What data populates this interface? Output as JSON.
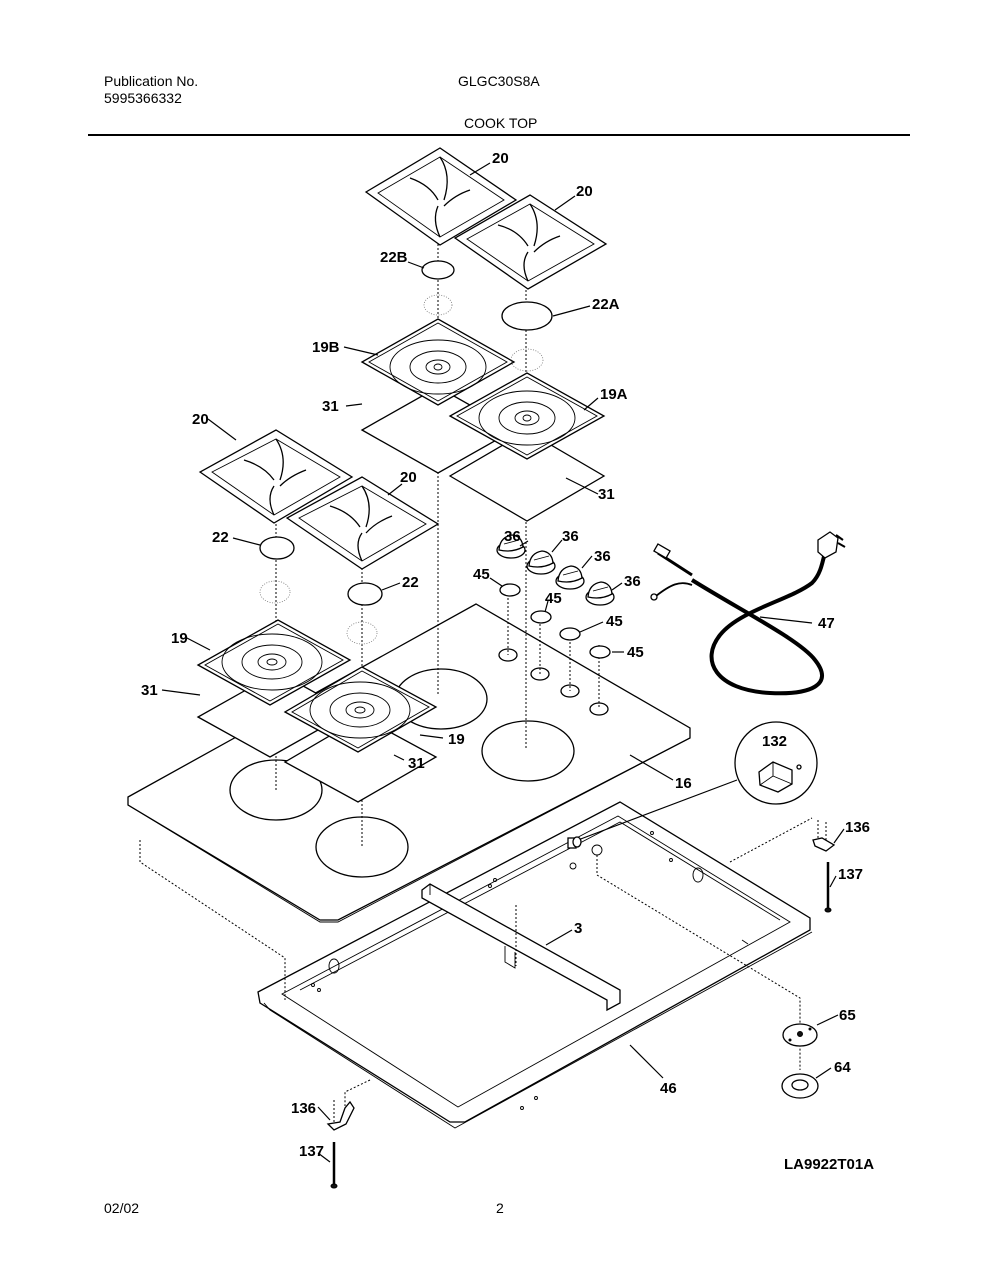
{
  "header": {
    "publication_label": "Publication No.",
    "publication_number": "5995366332",
    "model": "GLGC30S8A",
    "section_title": "COOK TOP"
  },
  "footer": {
    "date": "02/02",
    "page_number": "2",
    "drawing_code": "LA9922T01A"
  },
  "callouts": {
    "grate_top_left": "20",
    "grate_top_right": "20",
    "cap_22b": "22B",
    "cap_22a": "22A",
    "burner_19b": "19B",
    "burner_19a": "19A",
    "seal_31_upper_left": "31",
    "seal_31_upper_right": "31",
    "grate_mid_left": "20",
    "grate_mid_right": "20",
    "cap_22_left": "22",
    "cap_22_right": "22",
    "knob_1": "36",
    "knob_2": "36",
    "knob_3": "36",
    "knob_4": "36",
    "bezel_1": "45",
    "bezel_2": "45",
    "bezel_3": "45",
    "bezel_4": "45",
    "power_cord": "47",
    "burner_19_left": "19",
    "burner_19_right": "19",
    "seal_31_lower_left": "31",
    "seal_31_lower_right": "31",
    "glass_top": "16",
    "igniter_module": "132",
    "bracket_136_right": "136",
    "screw_137_right": "137",
    "support_rail": "3",
    "mount_65": "65",
    "mount_64": "64",
    "frame_46": "46",
    "bracket_136_left": "136",
    "screw_137_left": "137"
  }
}
